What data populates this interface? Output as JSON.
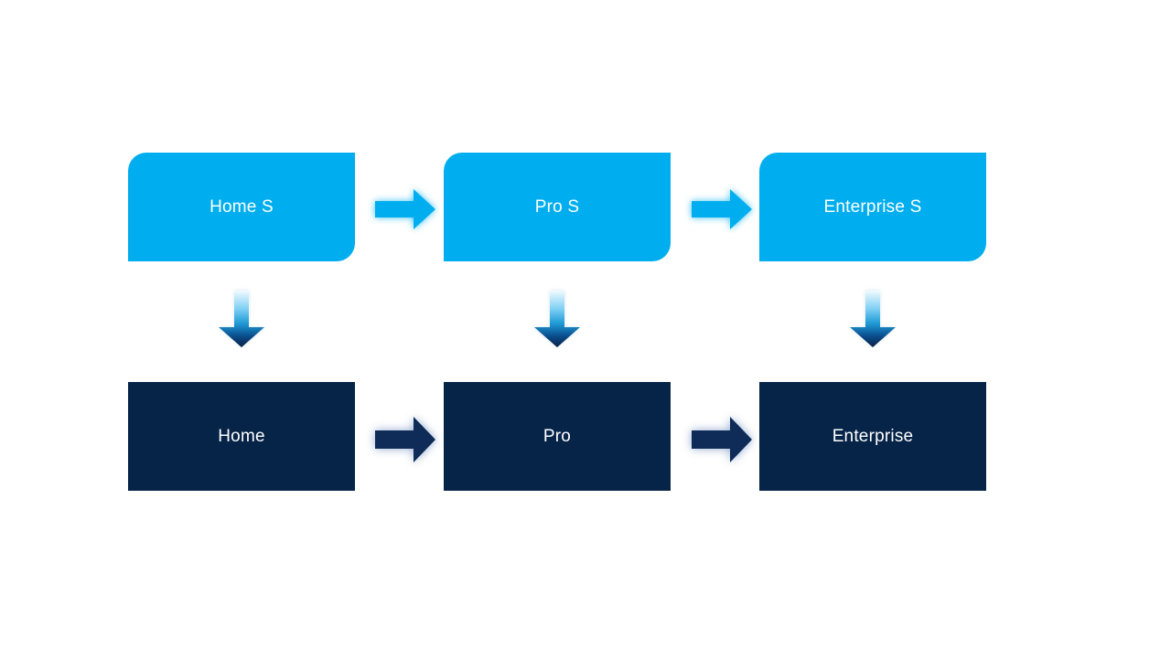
{
  "canvas": {
    "background": "#FFFFFF"
  },
  "colors": {
    "background": "#FFFFFF",
    "top_box": "#00AEEF",
    "bottom_box": "#062348",
    "label_text": "#FFFFFF",
    "top_arrow": "#00AEEF",
    "bottom_arrow": "#0E2C57",
    "down_arrow_top": "#F0FAFE",
    "down_arrow_light": "#7FD0F4",
    "down_arrow_mid": "#1E9AD6",
    "down_arrow_deep": "#0A4E8E",
    "down_arrow_dark": "#0A2040"
  },
  "columns": [
    {
      "top_label": "Home S",
      "bottom_label": "Home"
    },
    {
      "top_label": "Pro S",
      "bottom_label": "Pro"
    },
    {
      "top_label": "Enterprise S",
      "bottom_label": "Enterprise"
    }
  ]
}
